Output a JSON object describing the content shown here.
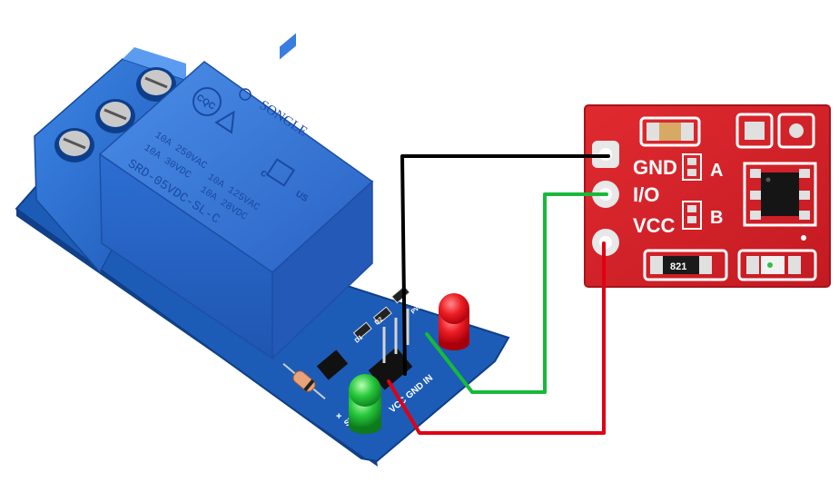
{
  "relay": {
    "brand": "SONGLE",
    "cert_mark": "CQC",
    "spec_line1": "10A 250VAC",
    "spec_line2": "10A 30VDC",
    "spec_line3": "10A 125VAC",
    "spec_line4": "10A 28VDC",
    "model": "SRD-05VDC-SL-C",
    "ul_mark": "c",
    "ul_suffix": "US",
    "pin_labels": "VCC GND IN",
    "led_label": "SW",
    "plus_mark": "+",
    "d2_label": "D2",
    "d1_label": "D1",
    "pwr_label": "PW"
  },
  "touch": {
    "gnd_label": "GND",
    "io_label": "I/O",
    "vcc_label": "VCC",
    "a_label": "A",
    "b_label": "B",
    "resistor_code": "821"
  },
  "colors": {
    "relay_blue": "#2f72d8",
    "pcb_blue": "#1e5fb8",
    "touch_red": "#d9232b",
    "wire_black": "#000000",
    "wire_green": "#18b93a",
    "wire_red": "#e00014"
  }
}
